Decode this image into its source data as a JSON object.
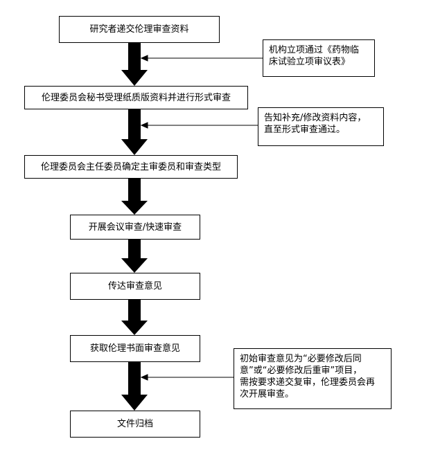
{
  "steps": [
    "研究者递交伦理审查资料",
    "伦理委员会秘书受理纸质版资料并进行形式审查",
    "伦理委员会主任委员确定主审委员和审查类型",
    "开展会议审查/快速审查",
    "传达审查意见",
    "获取伦理书面审查意见",
    "文件归档"
  ],
  "notes": [
    {
      "lines": [
        "机构立项通过《药物临",
        "床试验立项审议表》"
      ]
    },
    {
      "lines": [
        "告知补充/修改资料内容，",
        "直至形式审查通过。"
      ]
    },
    {
      "lines": [
        "初始审查意见为“必要修改后同",
        "意”或“必要修改后重审”项目，",
        "需按要求递交复审，伦理委员会再",
        "次开展审查。"
      ]
    }
  ]
}
